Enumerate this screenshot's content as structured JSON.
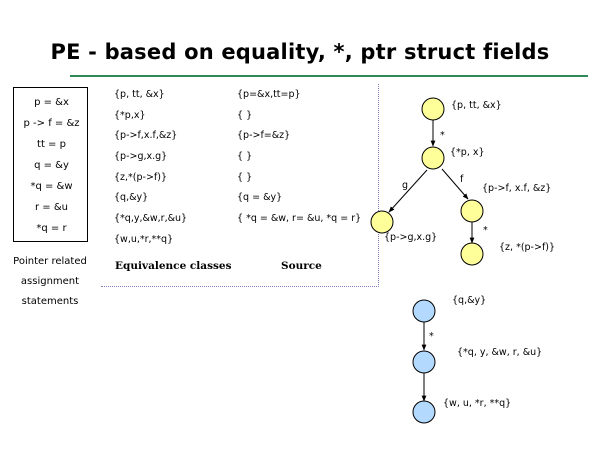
{
  "title": "PE - based on equality, *, ptr struct fields",
  "colors": {
    "rule": "#2e8b57",
    "node_yellow": "#ffff99",
    "node_blue": "#b3d9ff",
    "table_border": "#8080c0"
  },
  "statements": [
    "p = &x",
    "p -> f = &z",
    "tt = p",
    "q = &y",
    "*q = &w",
    "r = &u",
    "*q = r"
  ],
  "statements_caption": [
    "Pointer related",
    "assignment",
    "statements"
  ],
  "equivalence_classes": [
    "{p, tt, &x}",
    "{*p,x}",
    "{p->f,x.f,&z}",
    "{p->g,x.g}",
    "{z,*(p->f)}",
    "{q,&y}",
    "{*q,y,&w,r,&u}",
    "{w,u,*r,**q}"
  ],
  "sources": [
    "{p=&x,tt=p}",
    "{ }",
    "{p->f=&z}",
    "{ }",
    "{ }",
    "{q = &y}",
    "{ *q = &w, r= &u, *q = r}"
  ],
  "col_equiv_label": "Equivalence classes",
  "col_source_label": "Source",
  "graph1": {
    "nodes": [
      "{p, tt, &x}",
      "{*p, x}",
      "{p->g,x.g}",
      "{p->f, x.f,  &z}",
      "{z, *(p->f)}"
    ],
    "edges": [
      "*",
      "g",
      "f",
      "*"
    ]
  },
  "graph2": {
    "nodes": [
      "{q,&y}",
      "{*q, y, &w, r, &u}",
      "{w, u, *r, **q}"
    ],
    "edges": [
      "*"
    ]
  }
}
